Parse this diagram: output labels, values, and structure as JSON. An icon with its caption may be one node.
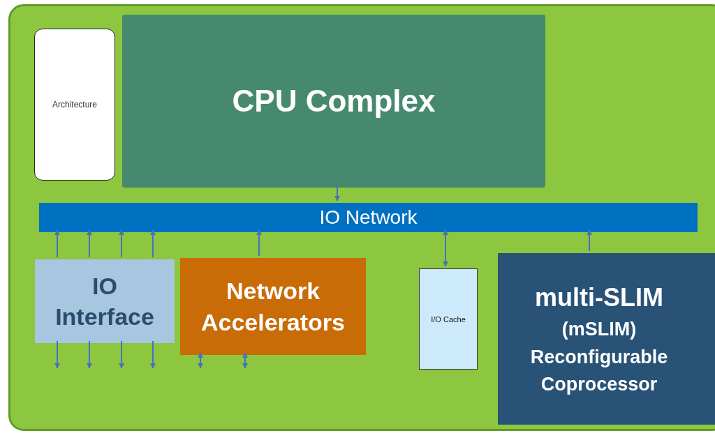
{
  "diagram": {
    "nodes": [
      {
        "text": [],
        "shape": "box"
      },
      {
        "text": [
          "Architecture"
        ],
        "in": 0
      },
      {
        "text": [
          "CPU Complex"
        ],
        "in": 0
      },
      {
        "text": [
          "IO Network"
        ],
        "in": 0
      },
      {
        "text": [
          "IO Interface"
        ],
        "in": 0
      },
      {
        "text": [
          "Network Accelerators"
        ],
        "in": 0
      },
      {
        "text": [
          "I/O Cache"
        ],
        "in": 0
      },
      {
        "text": [
          "multi-SLIM",
          "(mSLIM) Reconfigurable Coprocessor"
        ],
        "in": 0
      }
    ],
    "edges": [
      {
        "from": 2,
        "to": 3,
        "arrow": "to"
      },
      {
        "from": 4,
        "to": 3,
        "arrow": "to"
      },
      {
        "from": 4,
        "to": 3,
        "arrow": "to"
      },
      {
        "from": 4,
        "to": 3,
        "arrow": "to"
      },
      {
        "from": 4,
        "to": 3,
        "arrow": "to"
      },
      {
        "from": 5,
        "to": 3,
        "arrow": "to"
      },
      {
        "from": 3,
        "to": 6,
        "arrow": "both"
      },
      {
        "from": 7,
        "to": 3,
        "arrow": "to"
      },
      {
        "from": 4,
        "to": null,
        "arrow": "to"
      },
      {
        "from": 4,
        "to": null,
        "arrow": "to"
      },
      {
        "from": 4,
        "to": null,
        "arrow": "to"
      },
      {
        "from": 4,
        "to": null,
        "arrow": "to"
      },
      {
        "from": null,
        "to": 5,
        "arrow": "both"
      },
      {
        "from": null,
        "to": 5,
        "arrow": "both"
      }
    ]
  }
}
